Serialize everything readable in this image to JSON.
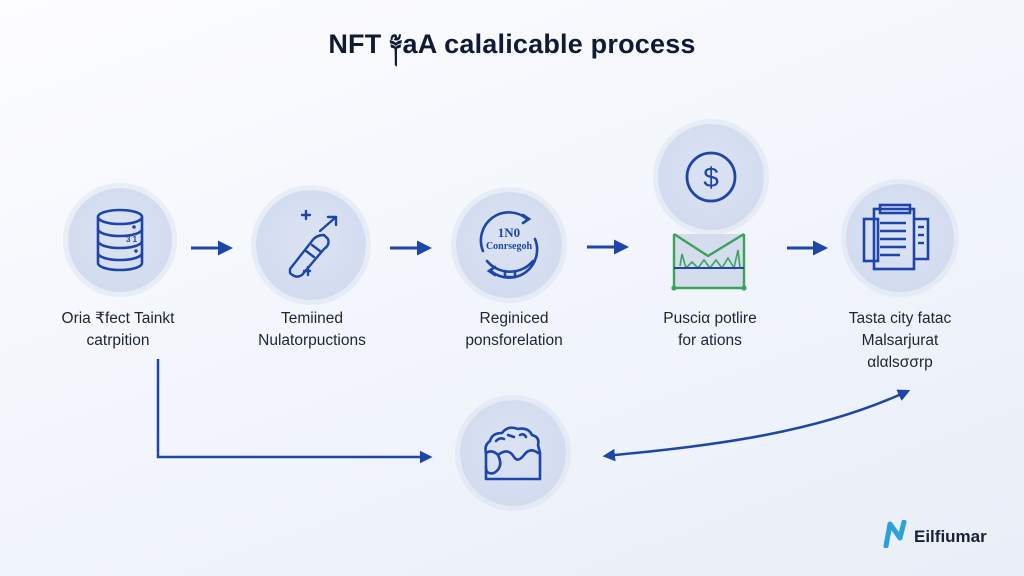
{
  "diagram": {
    "title": "NFT ༈aA calalicable process",
    "accent_color": "#1e46a8",
    "secondary_color": "#3aa55a",
    "steps": [
      {
        "id": "step-1",
        "icon": "database-icon",
        "label_lines": [
          "Oria ₹fect Tainkt",
          "catrpition"
        ]
      },
      {
        "id": "step-2",
        "icon": "hand-pointer-icon",
        "label_lines": [
          "Temiined",
          "Nulatorpuctions"
        ]
      },
      {
        "id": "step-3",
        "icon": "cycle-icon",
        "icon_text_top": "1N0",
        "icon_text_bottom": "Conrsegoh",
        "label_lines": [
          "Reginiced",
          "ponsforelation"
        ]
      },
      {
        "id": "step-4",
        "icon": "dollar-coin-icon",
        "sub_icon": "chart-envelope-icon",
        "label_lines": [
          "Pusciα potlire",
          "for ations"
        ]
      },
      {
        "id": "step-5",
        "icon": "documents-icon",
        "label_lines": [
          "Tasta city fatac",
          "Malsarjurat",
          "αlαlsσσrp"
        ]
      },
      {
        "id": "step-6",
        "icon": "cloud-box-icon",
        "label_lines": []
      }
    ],
    "connections": [
      {
        "from": "step-1",
        "to": "step-2",
        "type": "arrow"
      },
      {
        "from": "step-2",
        "to": "step-3",
        "type": "arrow"
      },
      {
        "from": "step-3",
        "to": "step-4",
        "type": "arrow"
      },
      {
        "from": "step-4",
        "to": "step-5",
        "type": "arrow"
      },
      {
        "from": "step-1",
        "to": "step-6",
        "type": "elbow-arrow"
      },
      {
        "from": "step-6",
        "to": "step-5",
        "type": "bidirectional-curve"
      }
    ]
  },
  "brand": {
    "logo_icon": "n-logo-icon",
    "name": "Eilfiumar",
    "logo_color": "#2ba3d8"
  }
}
